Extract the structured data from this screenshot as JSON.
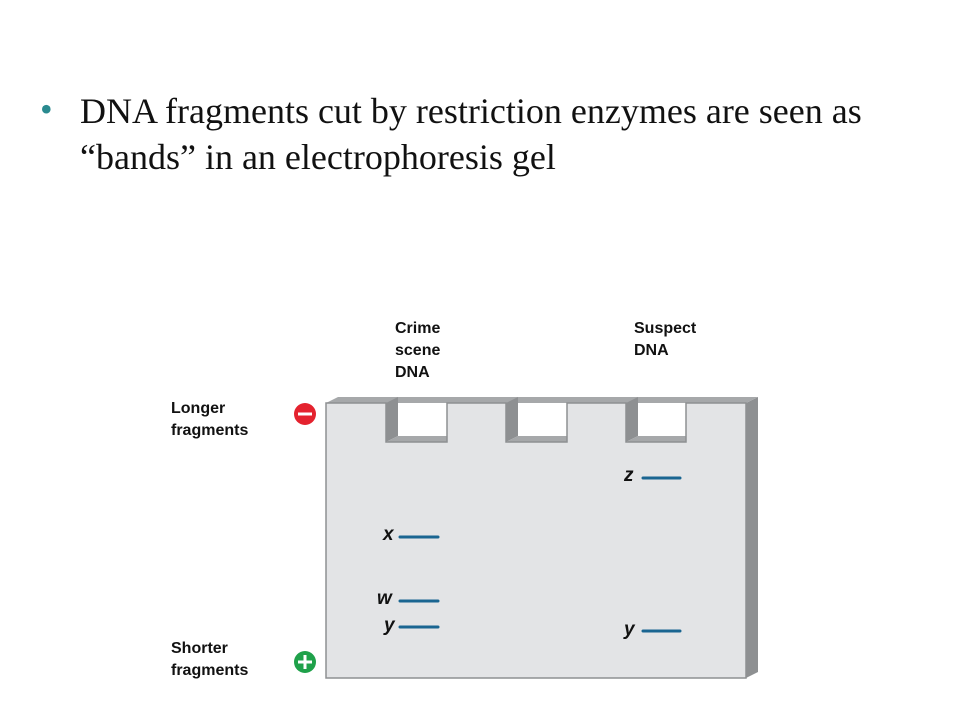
{
  "slide": {
    "bullet_text": "DNA fragments cut by restriction enzymes are seen as “bands” in an electrophoresis gel"
  },
  "diagram": {
    "lane_labels": {
      "crime": "Crime\nscene\nDNA",
      "suspect": "Suspect\nDNA"
    },
    "side_labels": {
      "longer": "Longer\nfragments",
      "shorter": "Shorter\nfragments"
    },
    "electrodes": {
      "negative": "–",
      "positive": "+"
    },
    "bands": {
      "crime": [
        "x",
        "w",
        "y"
      ],
      "suspect": [
        "z",
        "y"
      ]
    },
    "colors": {
      "gel_face": "#e3e4e6",
      "gel_side": "#8e9092",
      "band": "#1a6591",
      "negative": "#e4222e",
      "positive": "#1fa14a",
      "bullet": "#2a8a8f"
    }
  }
}
